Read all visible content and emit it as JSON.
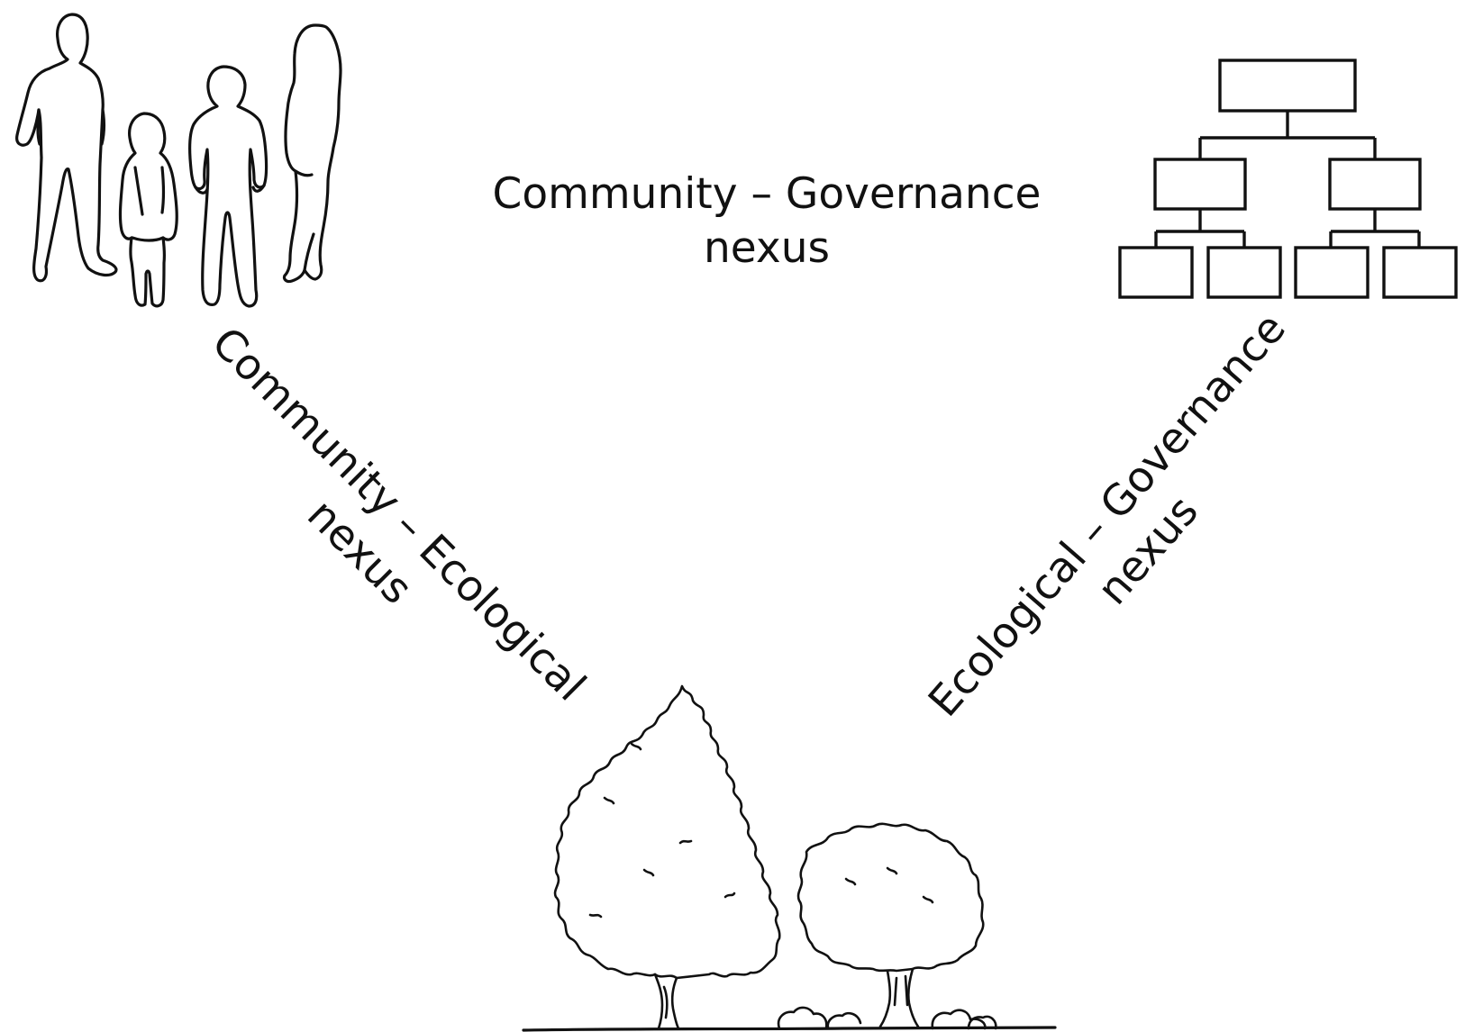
{
  "nodes": {
    "community": {
      "icon": "people-silhouettes-icon"
    },
    "governance": {
      "icon": "org-chart-icon"
    },
    "ecological": {
      "icon": "trees-icon"
    }
  },
  "nexus_labels": {
    "community_governance": {
      "line1": "Community – Governance",
      "line2": "nexus"
    },
    "community_ecological": {
      "line1": "Community – Ecological",
      "line2": "nexus"
    },
    "ecological_governance": {
      "line1": "Ecological – Governance",
      "line2": "nexus"
    }
  },
  "colors": {
    "ink": "#111111",
    "background": "#ffffff"
  }
}
